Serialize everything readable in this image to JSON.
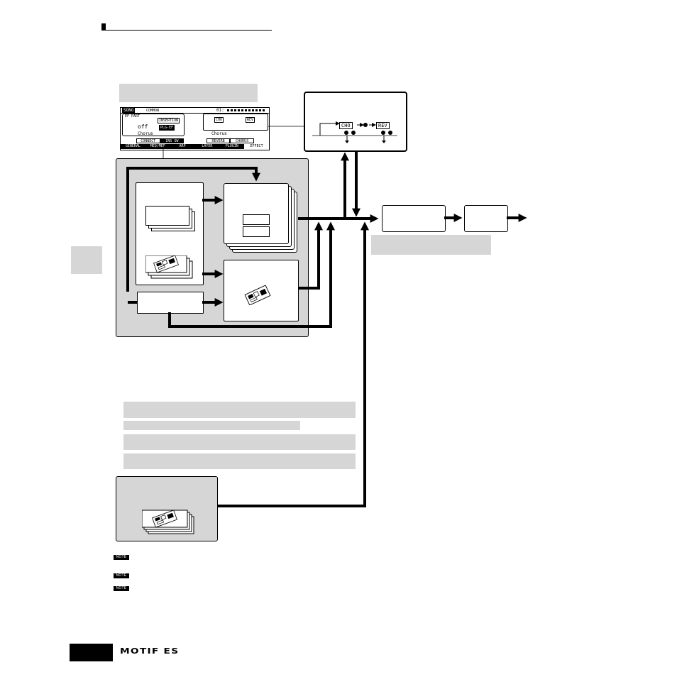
{
  "lcd": {
    "top_left": "SONG",
    "tab_label": "COMMON",
    "song_name": "01:",
    "ef_part": "EF PART",
    "off": "off",
    "mini_chorus": "CHO",
    "mini_reverb": "REV",
    "insertion": "INSERTION",
    "plg_label": "PLG-EF",
    "chorus_row": "Chorus",
    "tabs_top": [
      "CONNECT",
      "INS SW",
      "REVERB",
      "CHORUS"
    ],
    "tabs_bottom": [
      "GENERAL",
      "MEQ/MEF",
      "ARP",
      "LAYER",
      "PLUGIN",
      "EFFECT"
    ]
  },
  "zoom": {
    "chorus_label": "CHO",
    "reverb_label": "REV"
  },
  "footer": {
    "logo": "MOTIF ES"
  },
  "note_icon_label": "NOTE"
}
